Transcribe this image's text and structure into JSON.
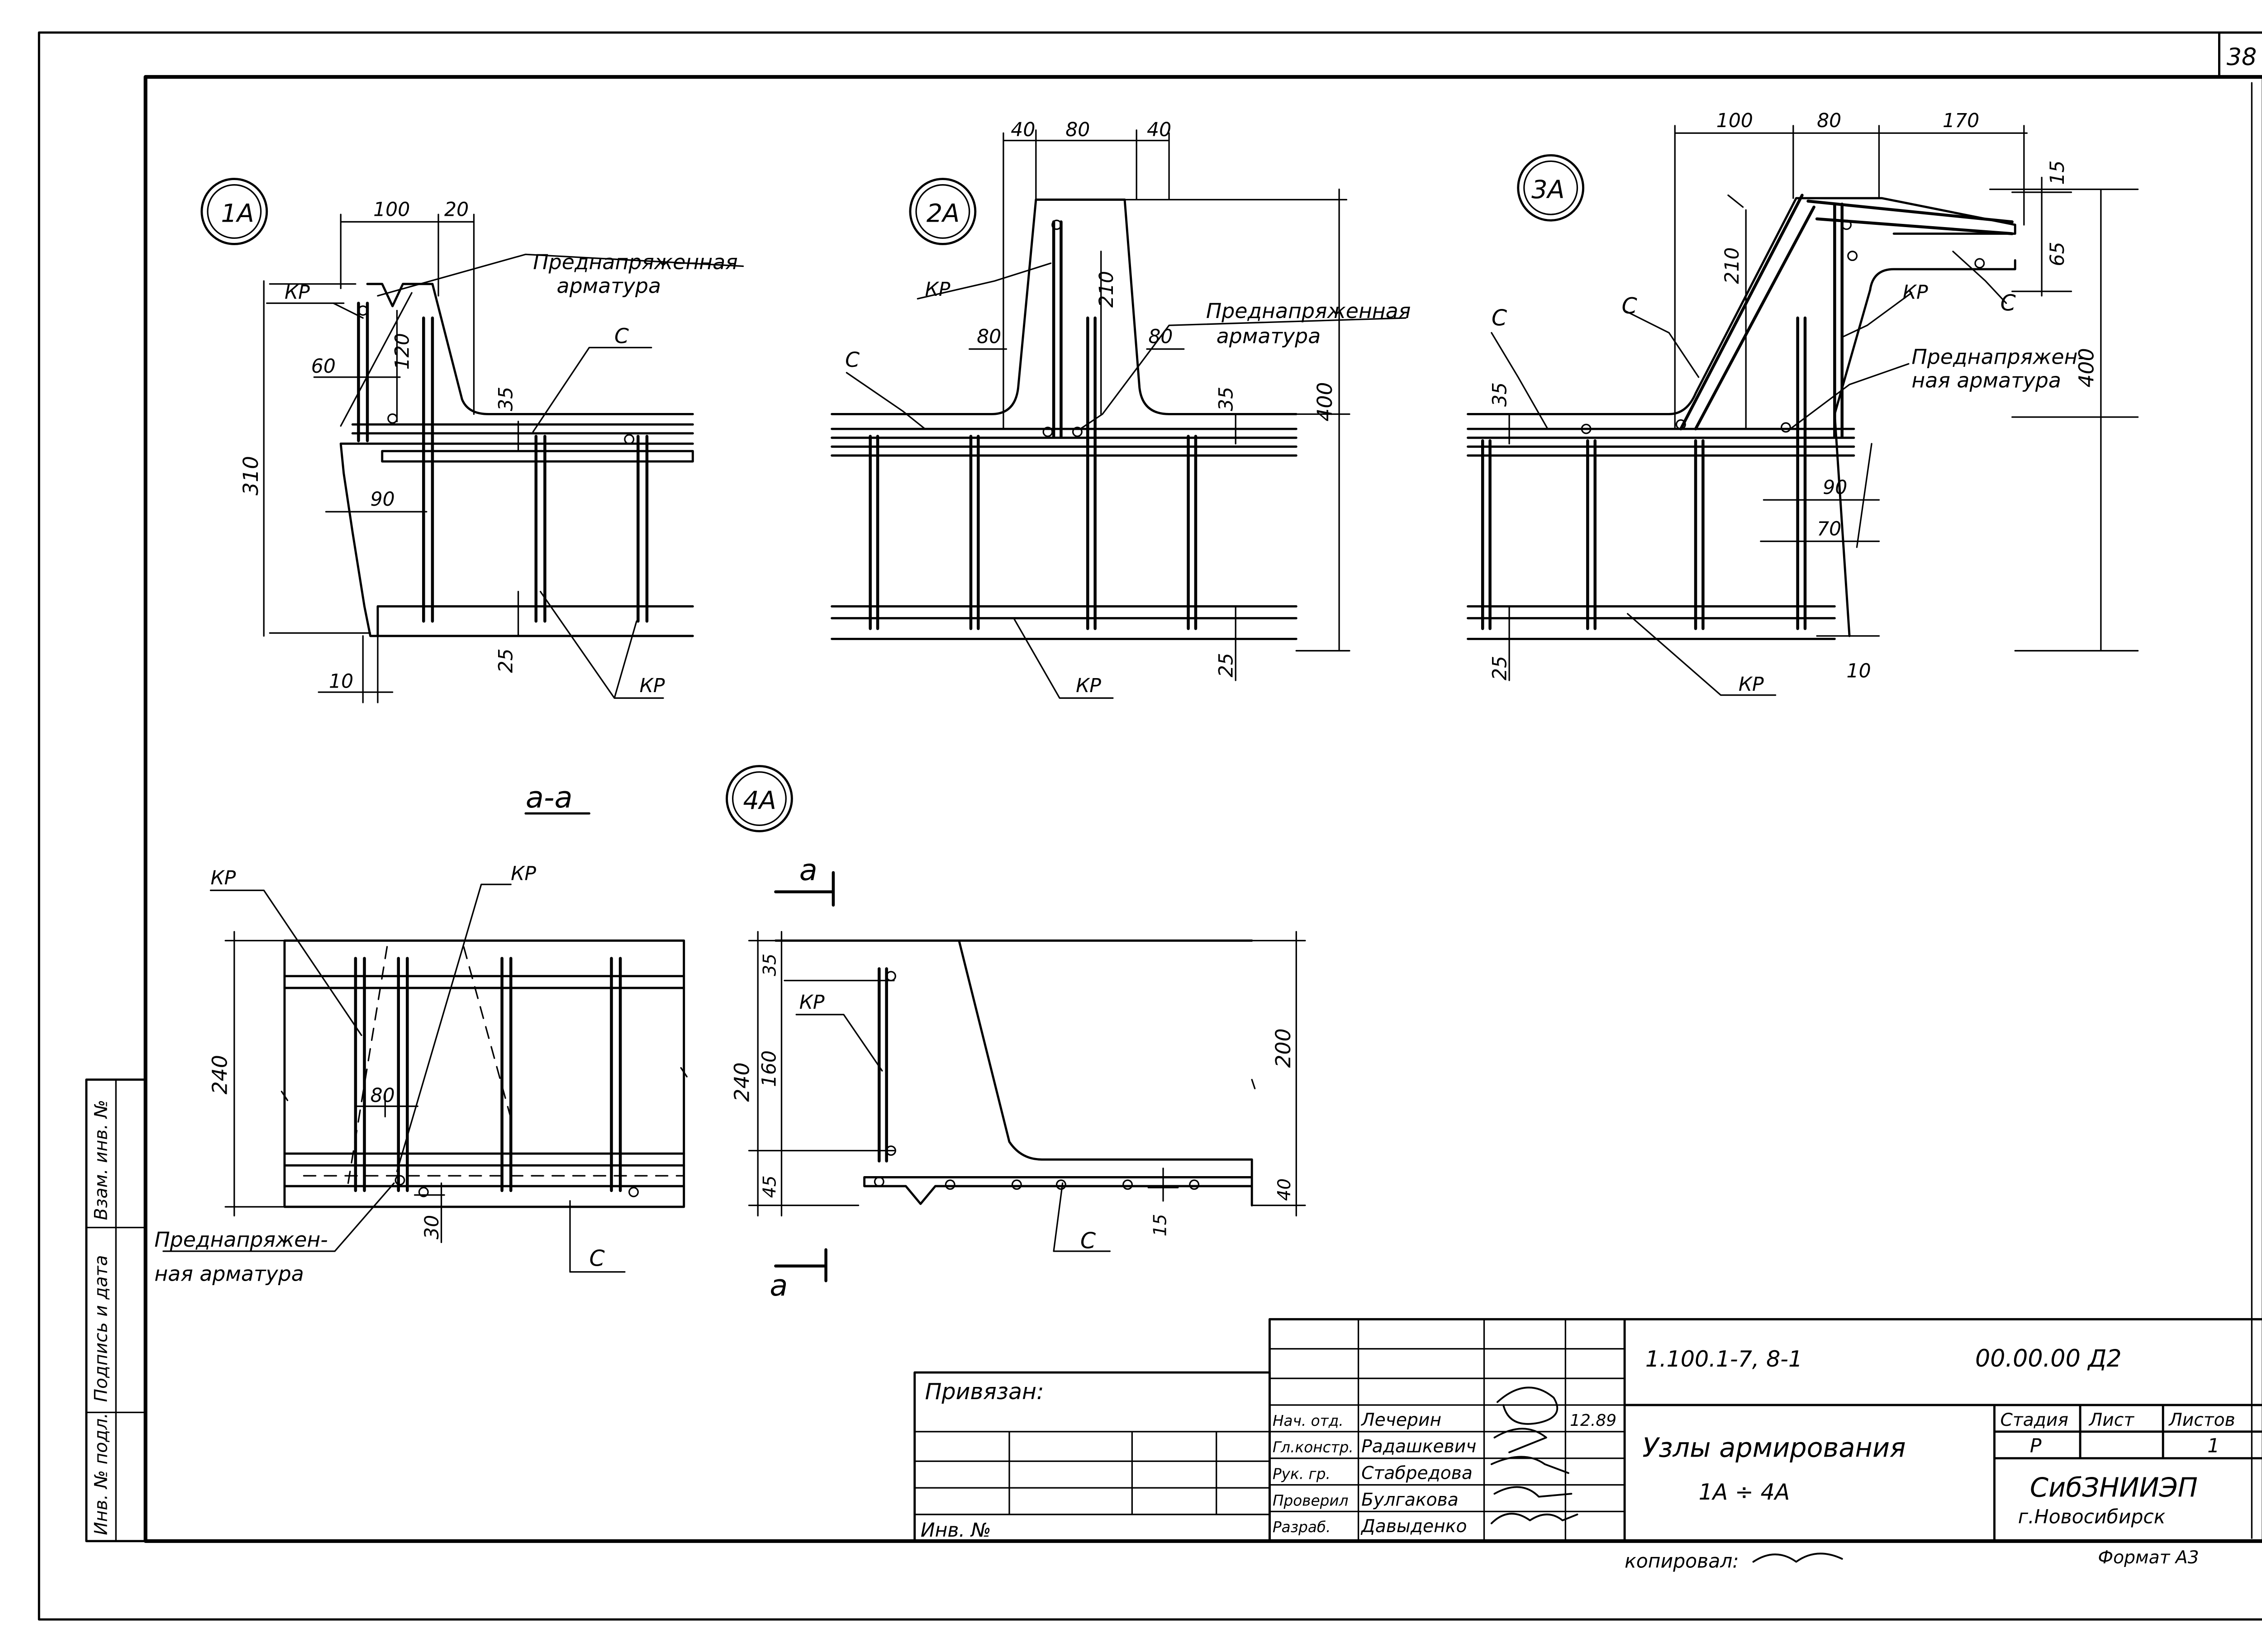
{
  "sheet_number": "38",
  "side_stamp": [
    "Инв. № подл.",
    "Подпись и дата",
    "Взам. инв. №"
  ],
  "nodes": {
    "n1a": {
      "label": "1А",
      "dims": [
        "100",
        "20",
        "60",
        "120",
        "35",
        "310",
        "90",
        "25",
        "10"
      ],
      "callouts": {
        "kp_top": "КР",
        "c": "С",
        "kp_bottom": "КР",
        "prestressed": [
          "Преднапряженная",
          "арматура"
        ]
      }
    },
    "n2a": {
      "label": "2А",
      "dims": [
        "40",
        "80",
        "40",
        "80",
        "210",
        "80",
        "35",
        "400",
        "25"
      ],
      "callouts": {
        "kp": "КР",
        "c": "С",
        "kp_bottom": "КР",
        "prestressed": [
          "Преднапряженная",
          "арматура"
        ]
      }
    },
    "n3a": {
      "label": "3А",
      "dims": [
        "100",
        "80",
        "170",
        "15",
        "210",
        "65",
        "35",
        "400",
        "90",
        "70",
        "25",
        "10"
      ],
      "callouts": {
        "c_left": "С",
        "c_mid": "С",
        "c_right": "С",
        "kp": "КР",
        "kp_bottom": "КР",
        "prestressed": [
          "Преднапряжен-",
          "ная арматура"
        ]
      }
    },
    "n4a": {
      "label": "4А",
      "dims": [
        "35",
        "160",
        "240",
        "45",
        "200",
        "40",
        "15"
      ],
      "callouts": {
        "kp": "КР",
        "c": "С",
        "section_top": "а",
        "section_bottom": "а"
      }
    },
    "section_aa": {
      "label": "а-а",
      "dims": [
        "240",
        "80",
        "30"
      ],
      "callouts": {
        "kp_left": "КР",
        "kp_right": "КР",
        "c": "С",
        "prestressed": [
          "Преднапряжен-",
          "ная арматура"
        ]
      }
    }
  },
  "title_block": {
    "bound_label": "Привязан:",
    "inv_label": "Инв. №",
    "doc_code": "1.100.1-7, 8-1",
    "sheet_code": "00.00.00 Д2",
    "title_line1": "Узлы армирования",
    "title_line2": "1А ÷ 4А",
    "stage_header": "Стадия",
    "sheet_header": "Лист",
    "sheets_header": "Листов",
    "stage": "Р",
    "sheets_total": "1",
    "org": "СибЗНИИЭП",
    "city": "г.Новосибирск",
    "date": "12.89",
    "roles": [
      "Нач. отд.",
      "Гл.констр.",
      "Рук. гр.",
      "Проверил",
      "Разраб."
    ],
    "names": [
      "Лечерин",
      "Радашкевич",
      "Стабредова",
      "Булгакова",
      "Давыденко"
    ],
    "copied": "копировал:",
    "format": "Формат А3"
  }
}
